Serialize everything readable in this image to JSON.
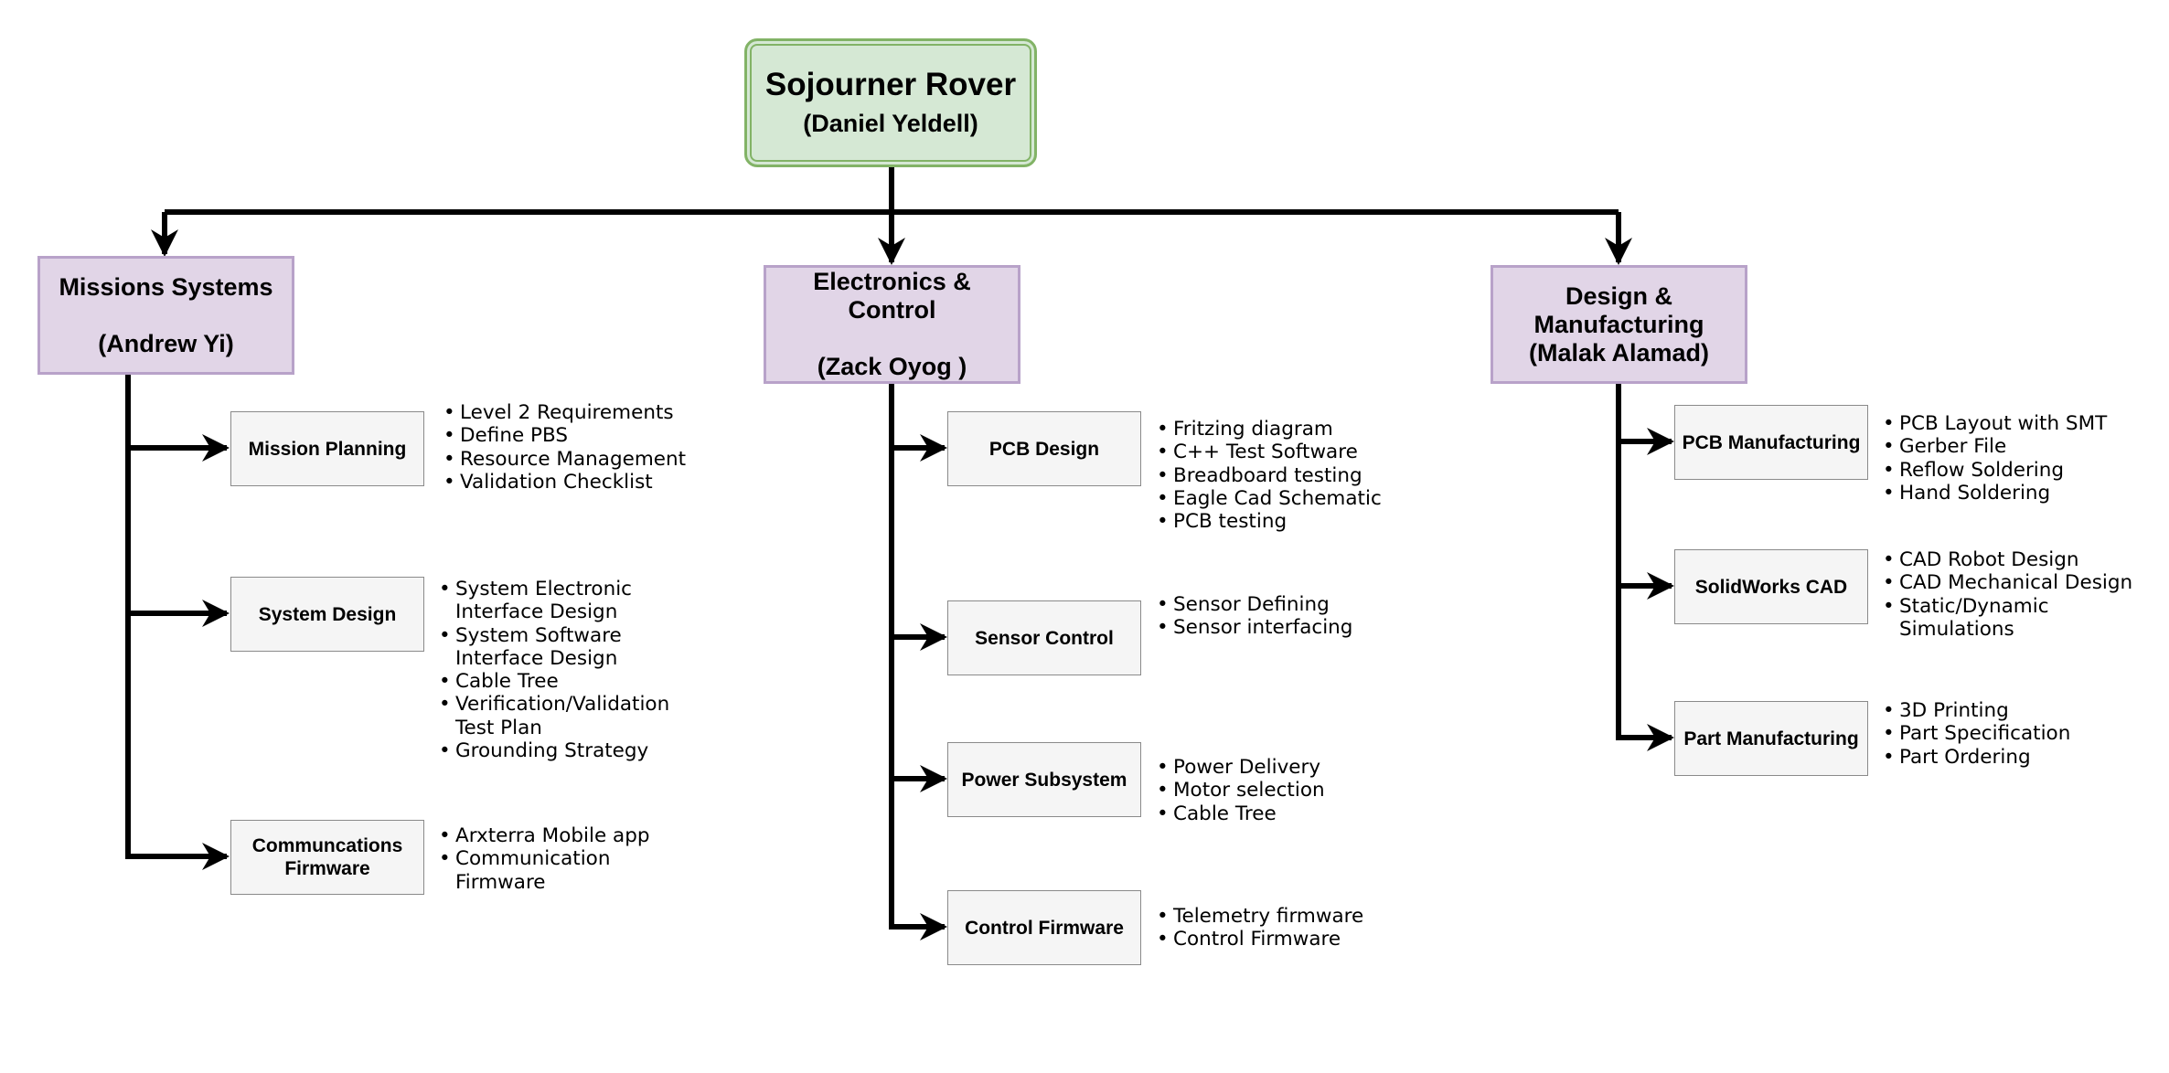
{
  "root": {
    "title": "Sojourner Rover",
    "lead": "(Daniel Yeldell)"
  },
  "branches": [
    {
      "title": "Missions Systems",
      "lead": "(Andrew Yi)",
      "tasks": [
        {
          "label": [
            "Mission Planning"
          ],
          "items": [
            "Level 2 Requirements",
            "Define PBS",
            "Resource Management",
            "Validation Checklist"
          ]
        },
        {
          "label": [
            "System Design"
          ],
          "items": [
            "System Electronic",
            "Interface Design",
            "System Software",
            "Interface Design",
            "Cable Tree",
            "Verification/Validation",
            "Test Plan",
            "Grounding Strategy"
          ]
        },
        {
          "label": [
            "Communcations",
            "Firmware"
          ],
          "items": [
            "Arxterra Mobile app",
            "Communication",
            "Firmware"
          ]
        }
      ]
    },
    {
      "title": "Electronics & Control",
      "lead": "(Zack Oyog )",
      "tasks": [
        {
          "label": [
            "PCB Design"
          ],
          "items": [
            "Fritzing diagram",
            "C++ Test Software",
            "Breadboard testing",
            "Eagle Cad Schematic",
            "PCB testing"
          ]
        },
        {
          "label": [
            "Sensor Control"
          ],
          "items": [
            "Sensor Defining",
            "Sensor interfacing"
          ]
        },
        {
          "label": [
            "Power Subsystem"
          ],
          "items": [
            "Power Delivery",
            "Motor selection",
            "Cable Tree"
          ]
        },
        {
          "label": [
            "Control Firmware"
          ],
          "items": [
            "Telemetry firmware",
            "Control Firmware"
          ]
        }
      ]
    },
    {
      "title": "Design & Manufacturing",
      "title_lines": [
        "Design &",
        "Manufacturing"
      ],
      "lead": "(Malak Alamad)",
      "tasks": [
        {
          "label": [
            "PCB Manufacturing"
          ],
          "items": [
            "PCB Layout with SMT",
            "Gerber File",
            "Reflow Soldering",
            "Hand Soldering"
          ]
        },
        {
          "label": [
            "SolidWorks CAD"
          ],
          "items": [
            "CAD Robot Design",
            "CAD Mechanical Design",
            "Static/Dynamic",
            "Simulations"
          ]
        },
        {
          "label": [
            "Part Manufacturing"
          ],
          "items": [
            "3D Printing",
            "Part Specification",
            "Part Ordering"
          ]
        }
      ]
    }
  ],
  "colors": {
    "root_fill": "#d5e8d4",
    "root_border": "#82b366",
    "manager_fill": "#e1d5e7",
    "manager_border": "#b8a2c9",
    "task_fill": "#f5f5f5",
    "task_border": "#8a8a8a",
    "connector": "#000000"
  }
}
